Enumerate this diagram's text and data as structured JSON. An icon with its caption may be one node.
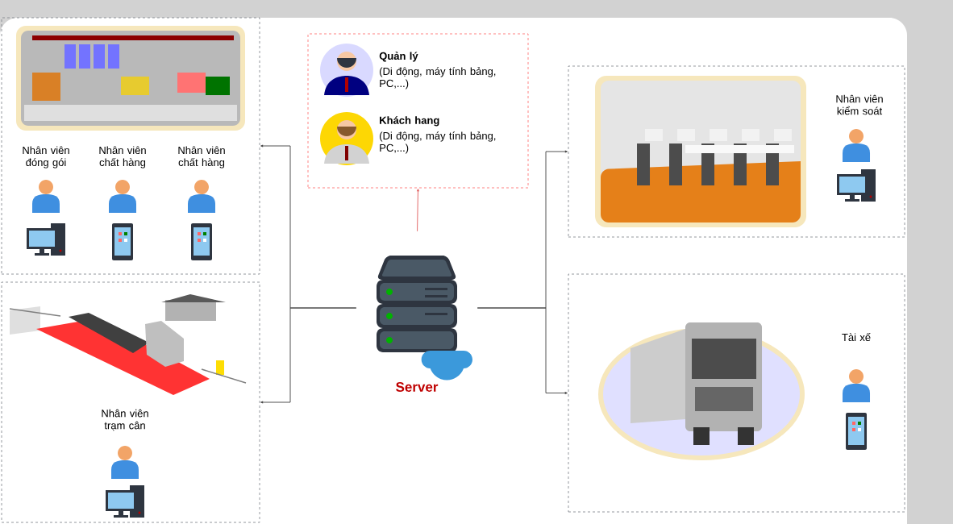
{
  "diagram": {
    "nodes": [
      {
        "text": [
          "Nhân viên đóng gói",
          "Nhân viên chất hàng",
          "Nhân viên chất hàng"
        ]
      },
      {
        "text": [
          "Quản lý",
          "(Di động, máy tính bảng, PC,...)",
          "Khách hang",
          "(Di động, máy tính bảng, PC,...)"
        ]
      },
      {
        "text": [
          "Nhân viên kiểm soát"
        ]
      },
      {
        "text": [
          "Server"
        ]
      },
      {
        "text": [
          "Nhân viên trạm cân"
        ]
      },
      {
        "text": [
          "Tài xế"
        ]
      }
    ],
    "edges": [
      {
        "from": 3,
        "to": 0,
        "arrow": "to"
      },
      {
        "from": 3,
        "to": 4,
        "arrow": "to"
      },
      {
        "from": 3,
        "to": 1,
        "arrow": "to",
        "color": "#e05a5a"
      },
      {
        "from": 3,
        "to": 2,
        "arrow": "to"
      },
      {
        "from": 3,
        "to": 5,
        "arrow": "to"
      }
    ]
  }
}
